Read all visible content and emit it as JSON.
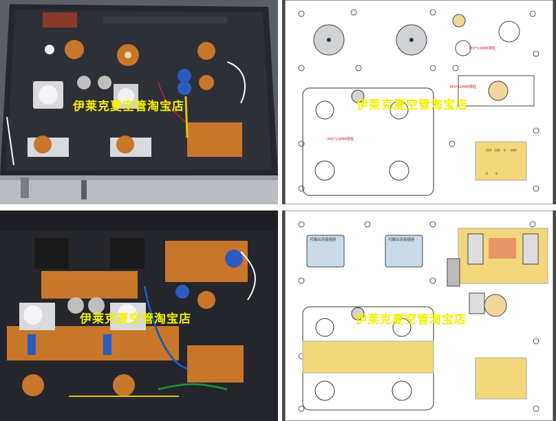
{
  "watermark": "伊莱克夏空管淘宝店",
  "diagram_top": {
    "hole_label_1": "M3*10MM铜柱",
    "hole_label_2": "M3*10MM铜柱",
    "hole_label_3": "M3*10MM铜柱",
    "board_pins": [
      "220",
      "230",
      "0",
      "400",
      "0",
      "9"
    ]
  },
  "diagram_bottom": {
    "transformer_label_1": "可输出连接插座",
    "transformer_label_2": "可输出连接插座"
  },
  "colors": {
    "chassis": "#2b2d33",
    "pcb": "#c8762a",
    "yellow_board": "#f2d77a",
    "watermark": "#f4f000",
    "mark_red": "#d22222"
  }
}
